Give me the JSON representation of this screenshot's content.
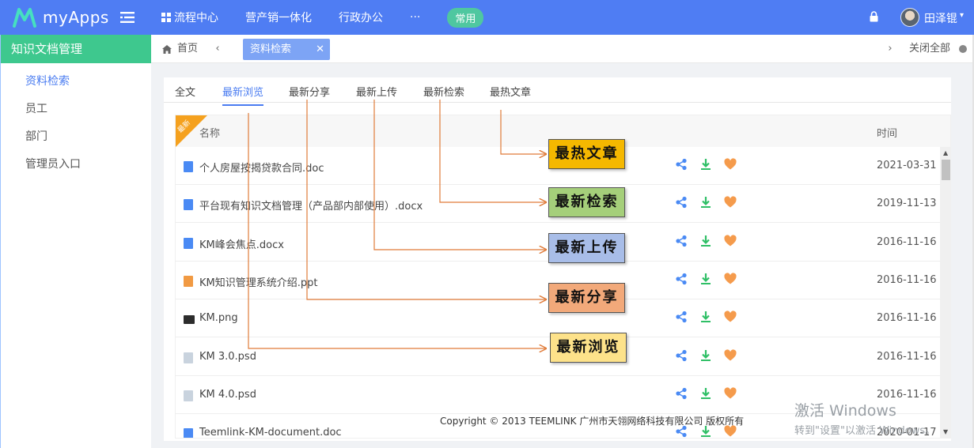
{
  "app": {
    "name": "myApps",
    "brand_color": "#4f7df3",
    "sidebar_accent": "#3ec88e"
  },
  "topnav": {
    "items": [
      {
        "label": "流程中心",
        "icon": "grid-icon"
      },
      {
        "label": "营产销一体化"
      },
      {
        "label": "行政办公"
      },
      {
        "label": "···"
      }
    ],
    "pill_label": "常用",
    "username": "田泽锟"
  },
  "sidebar": {
    "title": "知识文档管理",
    "items": [
      {
        "label": "资料检索"
      },
      {
        "label": "员工"
      },
      {
        "label": "部门"
      },
      {
        "label": "管理员入口"
      }
    ]
  },
  "tabbar": {
    "home_label": "首页",
    "active_tab": "资料检索",
    "close_all": "关闭全部"
  },
  "content_tabs": [
    "全文",
    "最新浏览",
    "最新分享",
    "最新上传",
    "最新检索",
    "最热文章"
  ],
  "table": {
    "badge": "最新",
    "col_name": "名称",
    "col_time": "时间",
    "rows": [
      {
        "name": "个人房屋按揭贷款合同.doc",
        "type": "doc",
        "date": "2021-03-31"
      },
      {
        "name": "平台现有知识文档管理（产品部内部使用）.docx",
        "type": "doc",
        "date": "2019-11-13"
      },
      {
        "name": "KM峰会焦点.docx",
        "type": "doc",
        "date": "2016-11-16"
      },
      {
        "name": "KM知识管理系统介绍.ppt",
        "type": "ppt",
        "date": "2016-11-16"
      },
      {
        "name": "KM.png",
        "type": "img",
        "date": "2016-11-16"
      },
      {
        "name": "KM 3.0.psd",
        "type": "psd",
        "date": "2016-11-16"
      },
      {
        "name": "KM 4.0.psd",
        "type": "psd",
        "date": "2016-11-16"
      },
      {
        "name": "Teemlink-KM-document.doc",
        "type": "doc",
        "date": "2020-01-17"
      }
    ]
  },
  "callouts": [
    {
      "label": "最热文章",
      "color": "#f5b800"
    },
    {
      "label": "最新检索",
      "color": "#a5cf7a"
    },
    {
      "label": "最新上传",
      "color": "#a8bde8"
    },
    {
      "label": "最新分享",
      "color": "#f2a97a"
    },
    {
      "label": "最新浏览",
      "color": "#fde28a"
    }
  ],
  "footer": {
    "copyright": "Copyright © 2013 TEEMLINK 广州市天翎网络科技有限公司 版权所有"
  },
  "watermark": {
    "line1": "激活 Windows",
    "line2": "转到\"设置\"以激活 Windows。"
  }
}
